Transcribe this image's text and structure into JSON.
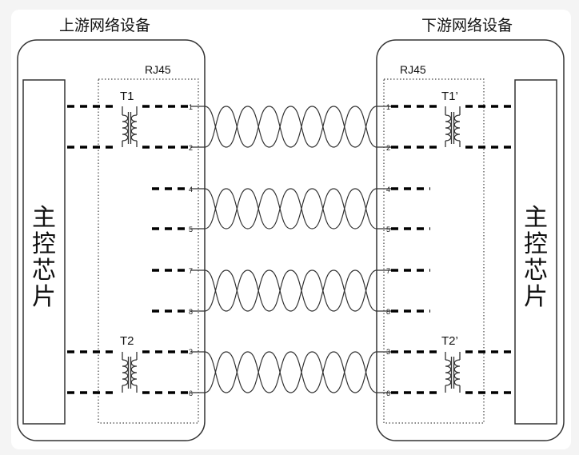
{
  "left_device": {
    "title": "上游网络设备",
    "connector_label": "RJ45",
    "chip_label": [
      "主",
      "控",
      "芯",
      "片"
    ],
    "transformers": [
      "T1",
      "T2"
    ]
  },
  "right_device": {
    "title": "下游网络设备",
    "connector_label": "RJ45",
    "chip_label": [
      "主",
      "控",
      "芯",
      "片"
    ],
    "transformers": [
      "T1’",
      "T2’"
    ]
  },
  "pins": [
    "1",
    "2",
    "4",
    "5",
    "7",
    "8",
    "3",
    "6"
  ]
}
